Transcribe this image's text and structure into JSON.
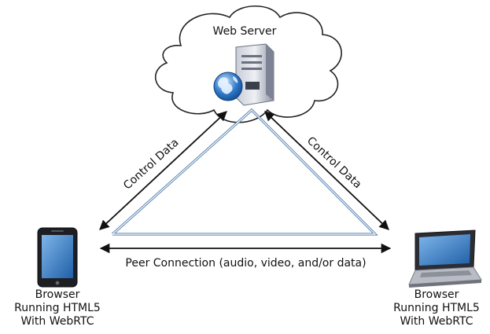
{
  "server": {
    "label": "Web Server"
  },
  "links": {
    "left_label": "Control Data",
    "right_label": "Control Data",
    "peer_label": "Peer Connection (audio, video, and/or data)"
  },
  "left_client": {
    "line1": "Browser",
    "line2": "Running HTML5",
    "line3": "With WebRTC"
  },
  "right_client": {
    "line1": "Browser",
    "line2": "Running HTML5",
    "line3": "With WebRTC"
  },
  "colors": {
    "triangle": "#5b84b1",
    "arrow": "#111111",
    "cloud_stroke": "#222222"
  },
  "icons": {
    "server": "server-tower-icon",
    "globe": "globe-icon",
    "tablet": "tablet-icon",
    "laptop": "laptop-icon"
  }
}
